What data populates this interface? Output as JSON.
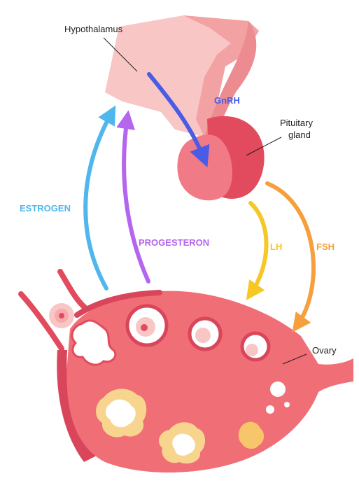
{
  "labels": {
    "hypothalamus": "Hypothalamus",
    "pituitary_line1": "Pituitary",
    "pituitary_line2": "gland",
    "ovary": "Ovary"
  },
  "hormones": {
    "gnrh": "GnRH",
    "estrogen": "ESTROGEN",
    "progesteron": "PROGESTERON",
    "lh": "LH",
    "fsh": "FSH"
  },
  "colors": {
    "gnrh": "#4a5ce6",
    "estrogen": "#4fb6ee",
    "progesteron": "#b466ee",
    "lh": "#f5c825",
    "fsh": "#f5a03c",
    "hypothalamus_light": "#f9c6c6",
    "hypothalamus_mid": "#f3a2a3",
    "pituitary_light": "#f07a86",
    "pituitary_dark": "#e24a5d",
    "ovary_body": "#f06e76",
    "ovary_edge": "#d9455a",
    "follicle_cream": "#fde6b8",
    "follicle_ring": "#f7d58e"
  }
}
